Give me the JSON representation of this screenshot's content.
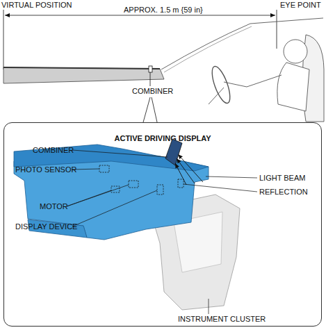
{
  "diagram": {
    "nodes": [
      {
        "text": [
          "ACTIVE DRIVING DISPLAY"
        ]
      }
    ],
    "labels": [
      "VIRTUAL POSITION",
      "APPROX. 1.5 m {59 in}",
      "EYE POINT",
      "COMBINER",
      "COMBINER",
      "PHOTO SENSOR",
      "LIGHT BEAM",
      "REFLECTION",
      "MOTOR",
      "DISPLAY DEVICE",
      "INSTRUMENT CLUSTER"
    ]
  }
}
